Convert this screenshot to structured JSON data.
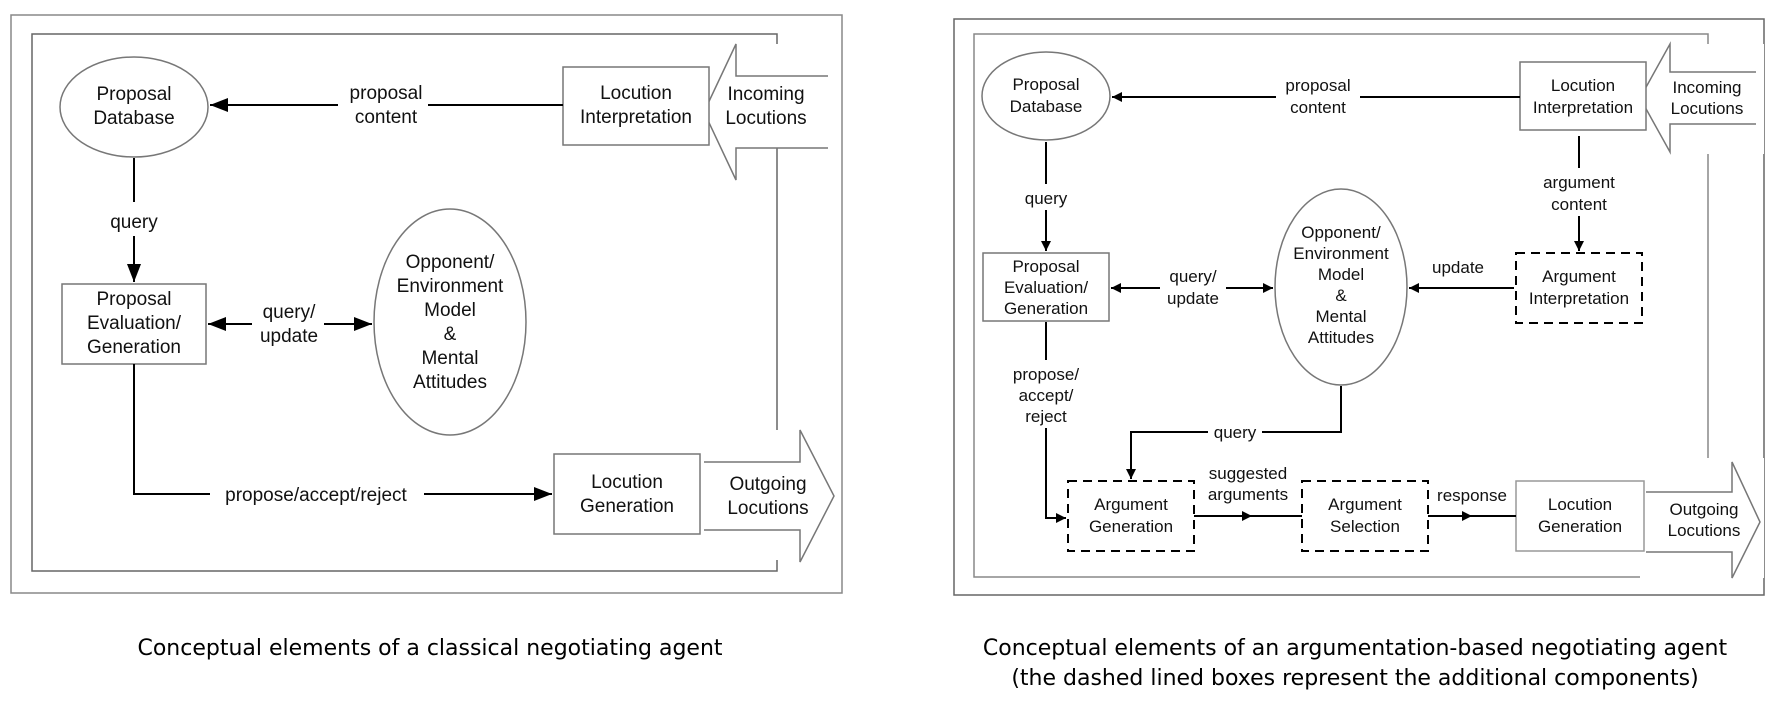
{
  "left": {
    "caption": "Conceptual elements of a classical negotiating agent",
    "nodes": {
      "proposal_db": [
        "Proposal",
        "Database"
      ],
      "locution_interp": [
        "Locution",
        "Interpretation"
      ],
      "incoming": [
        "Incoming",
        "Locutions"
      ],
      "proposal_eval": [
        "Proposal",
        "Evaluation/",
        "Generation"
      ],
      "opponent_model": [
        "Opponent/",
        "Environment",
        "Model",
        "&",
        "Mental",
        "Attitudes"
      ],
      "locution_gen": [
        "Locution",
        "Generation"
      ],
      "outgoing": [
        "Outgoing",
        "Locutions"
      ]
    },
    "edges": {
      "proposal_content": [
        "proposal",
        "content"
      ],
      "query": [
        "query"
      ],
      "query_update": [
        "query/",
        "update"
      ],
      "propose_accept_reject": [
        "propose/accept/reject"
      ]
    }
  },
  "right": {
    "caption": [
      "Conceptual elements of an argumentation-based negotiating agent",
      "(the dashed lined boxes represent the additional components)"
    ],
    "nodes": {
      "proposal_db": [
        "Proposal",
        "Database"
      ],
      "locution_interp": [
        "Locution",
        "Interpretation"
      ],
      "incoming": [
        "Incoming",
        "Locutions"
      ],
      "proposal_eval": [
        "Proposal",
        "Evaluation/",
        "Generation"
      ],
      "opponent_model": [
        "Opponent/",
        "Environment",
        "Model",
        "&",
        "Mental",
        "Attitudes"
      ],
      "argument_interp": [
        "Argument",
        "Interpretation"
      ],
      "argument_gen": [
        "Argument",
        "Generation"
      ],
      "argument_sel": [
        "Argument",
        "Selection"
      ],
      "locution_gen": [
        "Locution",
        "Generation"
      ],
      "outgoing": [
        "Outgoing",
        "Locutions"
      ]
    },
    "edges": {
      "proposal_content": [
        "proposal",
        "content"
      ],
      "argument_content": [
        "argument",
        "content"
      ],
      "query_top": [
        "query"
      ],
      "query_update": [
        "query/",
        "update"
      ],
      "update": [
        "update"
      ],
      "propose_accept_reject": [
        "propose/",
        "accept/",
        "reject"
      ],
      "query_bottom": [
        "query"
      ],
      "suggested_arguments": [
        "suggested",
        "arguments"
      ],
      "response": [
        "response"
      ]
    }
  }
}
